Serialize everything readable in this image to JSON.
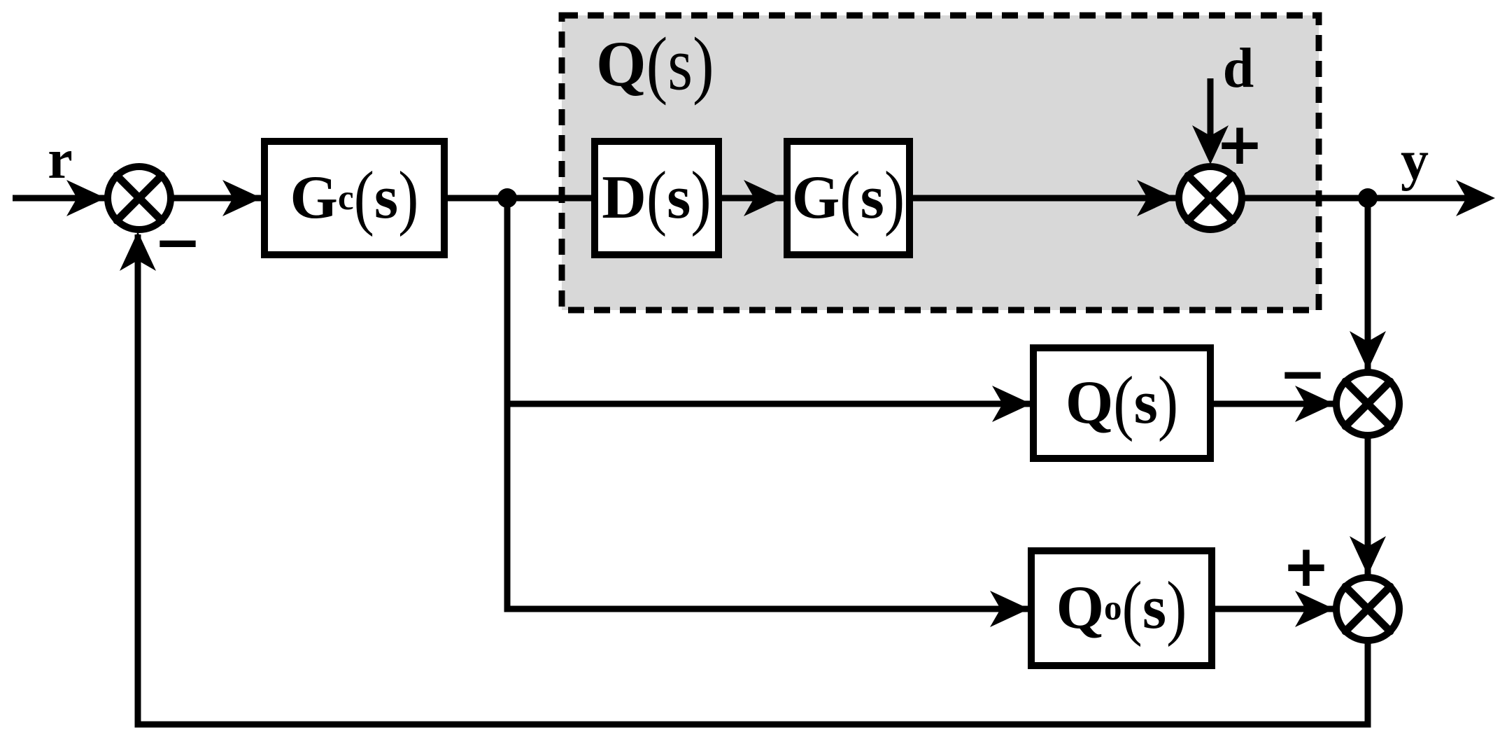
{
  "labels": {
    "input": "r",
    "disturbance": "d",
    "output": "y"
  },
  "region": {
    "label": {
      "base": "Q",
      "open": "(",
      "arg": "s",
      "close": ")"
    }
  },
  "blocks": {
    "gc": {
      "base": "G",
      "sub": "c",
      "open": "(",
      "arg": "s",
      "close": ")"
    },
    "d": {
      "base": "D",
      "sub": "",
      "open": "(",
      "arg": "s",
      "close": ")"
    },
    "g": {
      "base": "G",
      "sub": "",
      "open": "(",
      "arg": "s",
      "close": ")"
    },
    "q": {
      "base": "Q",
      "sub": "",
      "open": "(",
      "arg": "s",
      "close": ")"
    },
    "qo": {
      "base": "Q",
      "sub": "o",
      "open": "(",
      "arg": "s",
      "close": ")"
    }
  },
  "signs": {
    "feedback_minus": "−",
    "disturbance_plus": "+",
    "q_output_minus": "−",
    "qo_output_plus": "+"
  },
  "colors": {
    "stroke": "#000000",
    "region_fill": "#d8d8d8",
    "block_fill": "#ffffff",
    "background": "#ffffff"
  }
}
